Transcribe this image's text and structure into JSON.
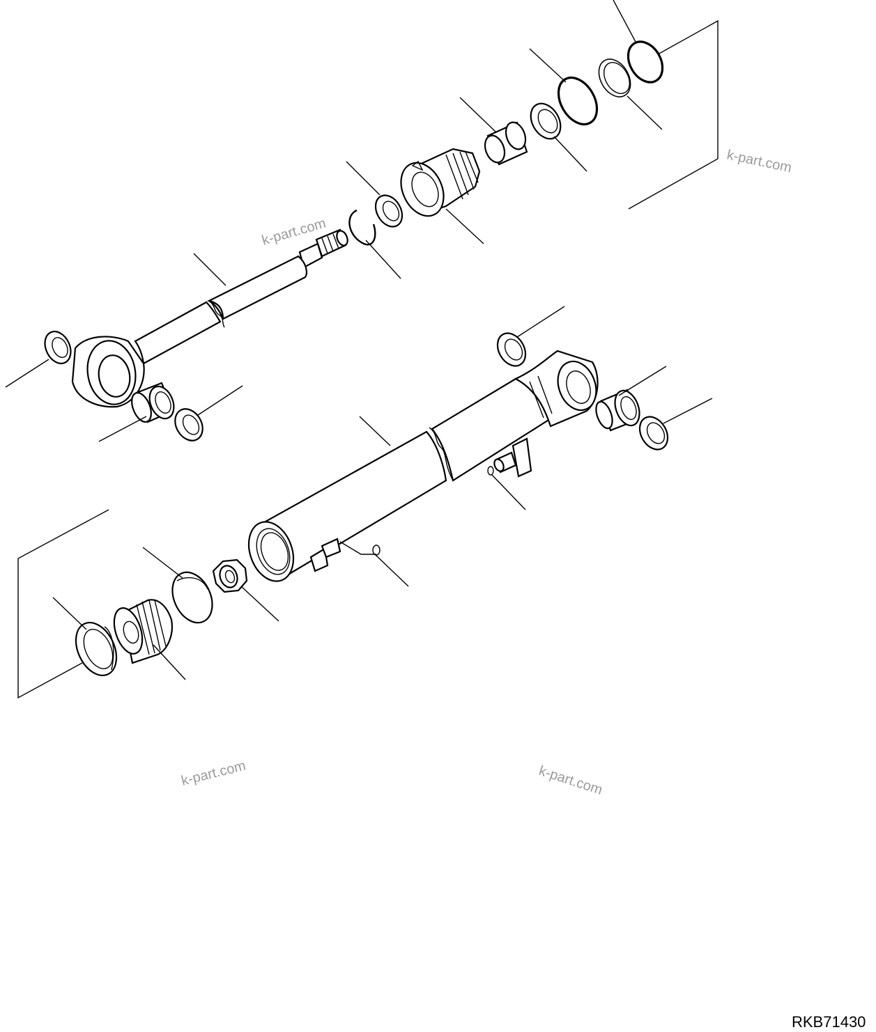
{
  "diagram": {
    "drawing_code": "RKB71430",
    "watermark_text": "k-part.com",
    "parts": [
      {
        "name": "piston-rod"
      },
      {
        "name": "rod-bushing"
      },
      {
        "name": "rod-dust-seal-left"
      },
      {
        "name": "rod-dust-seal-right"
      },
      {
        "name": "snap-ring"
      },
      {
        "name": "wear-ring"
      },
      {
        "name": "cylinder-head"
      },
      {
        "name": "head-bushing"
      },
      {
        "name": "rod-packing"
      },
      {
        "name": "o-ring"
      },
      {
        "name": "backup-ring"
      },
      {
        "name": "cylinder-tube"
      },
      {
        "name": "bottom-bushing"
      },
      {
        "name": "bottom-dust-seal-top"
      },
      {
        "name": "bottom-dust-seal-right"
      },
      {
        "name": "grease-fitting-ball"
      },
      {
        "name": "grease-fitting-tube"
      },
      {
        "name": "piston-nut"
      },
      {
        "name": "piston-wear-ring"
      },
      {
        "name": "piston"
      },
      {
        "name": "piston-seal"
      }
    ]
  }
}
